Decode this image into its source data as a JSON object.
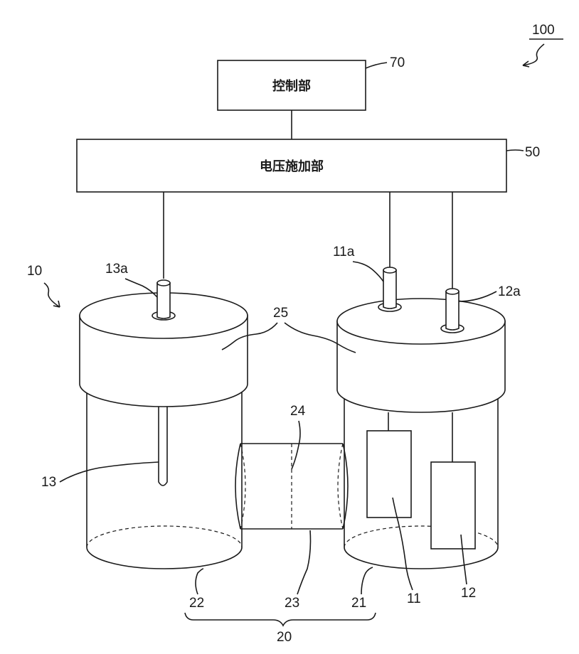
{
  "figure_number": "100",
  "blocks": {
    "control_unit": {
      "text": "控制部",
      "ref": "70"
    },
    "voltage_unit": {
      "text": "电压施加部",
      "ref": "50"
    }
  },
  "refs": {
    "device": "10",
    "terminal_13a": "13a",
    "terminal_11a": "11a",
    "terminal_12a": "12a",
    "lids": "25",
    "membrane": "24",
    "electrode_13": "13",
    "electrode_11": "11",
    "electrode_12": "12",
    "vessel_22": "22",
    "tube_23": "23",
    "vessel_21": "21",
    "assembly_20": "20"
  }
}
